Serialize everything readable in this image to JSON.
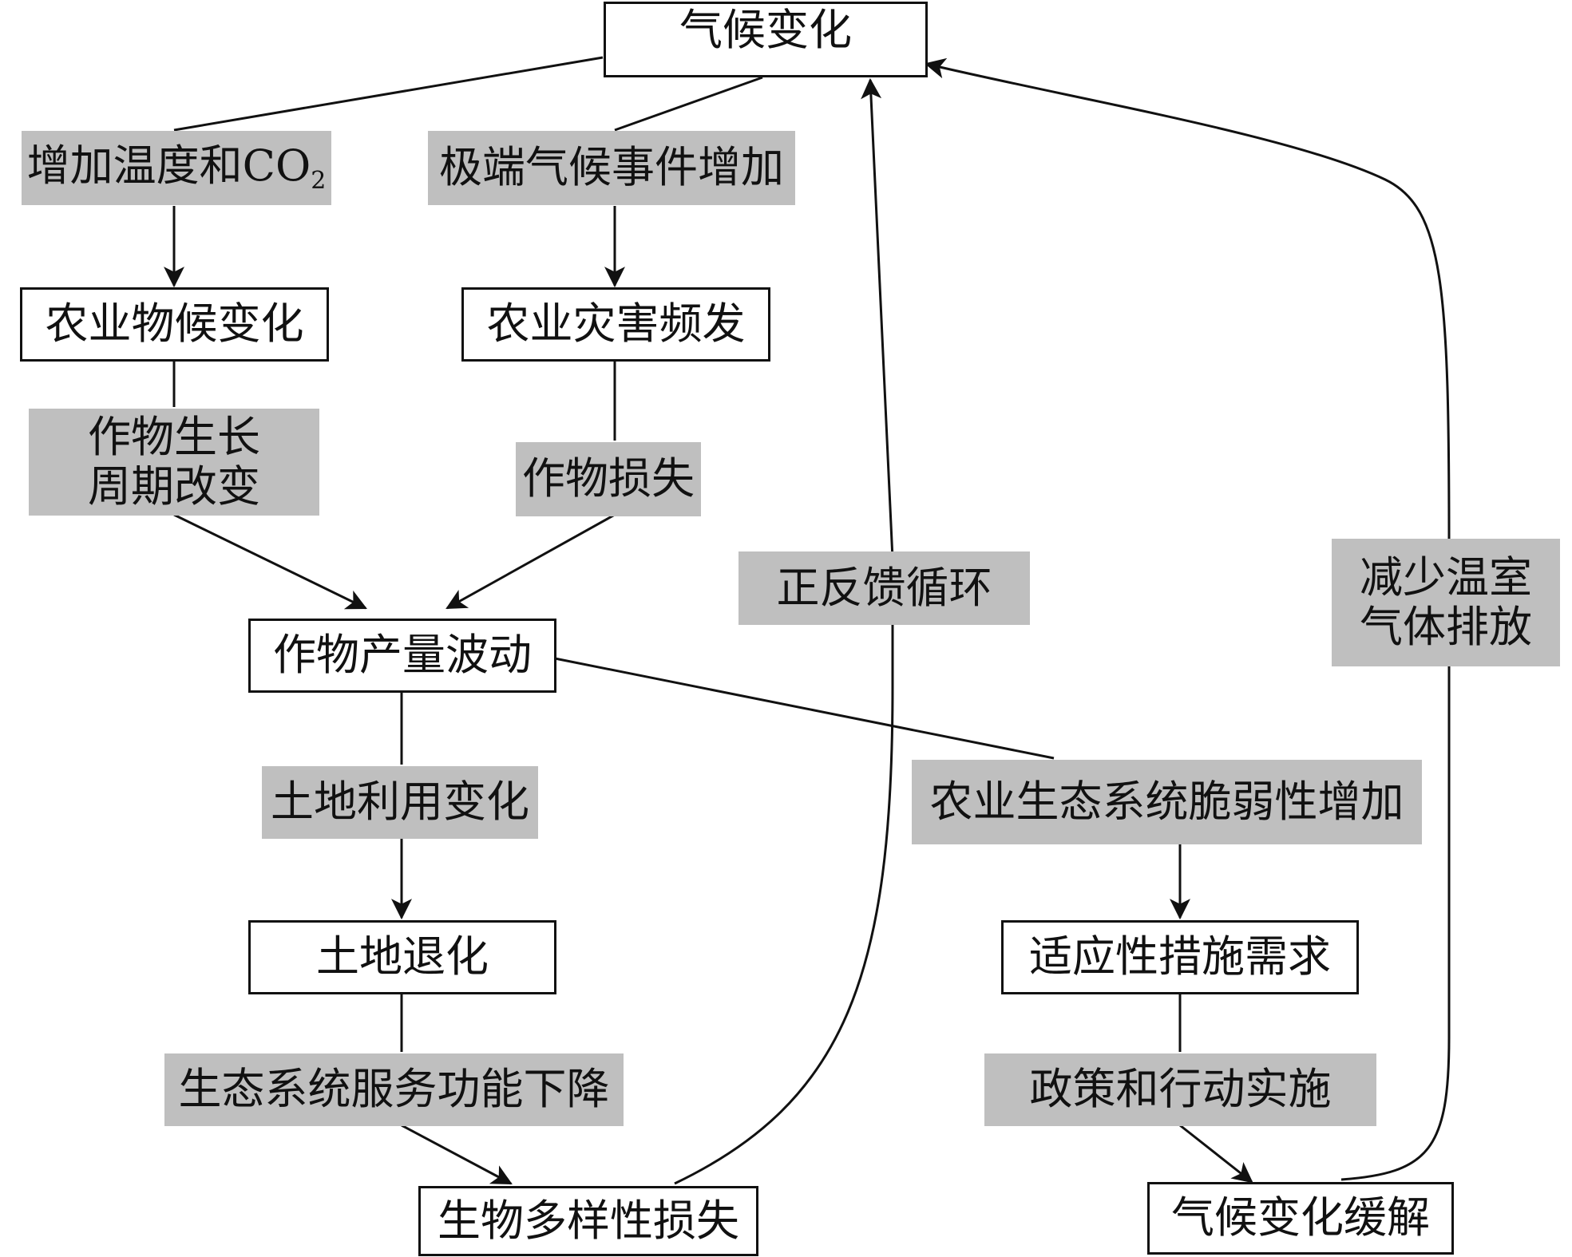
{
  "nodes": {
    "climate_change": "气候变化",
    "phenology_change": "农业物候变化",
    "disaster_frequent": "农业灾害频发",
    "yield_fluctuation": "作物产量波动",
    "land_degradation": "土地退化",
    "biodiversity_loss": "生物多样性损失",
    "adaptation_demand": "适应性措施需求",
    "mitigation": "气候变化缓解"
  },
  "labels": {
    "temp_co2": "增加温度和CO",
    "temp_co2_sub": "2",
    "extreme_events": "极端气候事件增加",
    "growth_cycle_line1": "作物生长",
    "growth_cycle_line2": "周期改变",
    "crop_loss": "作物损失",
    "land_use_change": "土地利用变化",
    "ecosystem_service_decline": "生态系统服务功能下降",
    "positive_feedback": "正反馈循环",
    "vulnerability_increase": "农业生态系统脆弱性增加",
    "policy_action": "政策和行动实施",
    "ghg_reduce_line1": "减少温室",
    "ghg_reduce_line2": "气体排放"
  },
  "colors": {
    "label_fill": "#bfbfbf",
    "line": "#111111",
    "box_border": "#111111"
  }
}
